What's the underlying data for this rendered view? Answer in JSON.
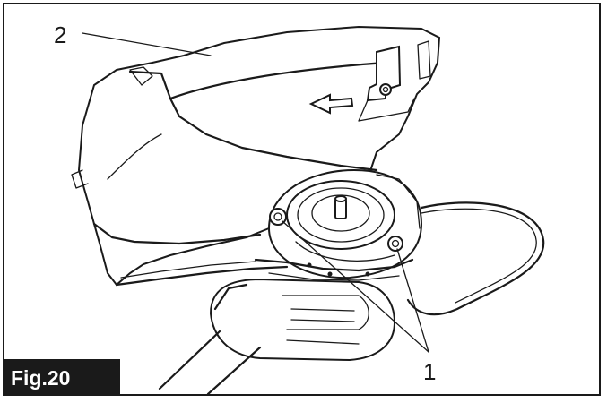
{
  "figure": {
    "label": "Fig.20",
    "callouts": [
      {
        "id": "part-1",
        "text": "1"
      },
      {
        "id": "part-2",
        "text": "2"
      }
    ],
    "colors": {
      "ink": "#1a1a1a",
      "paper": "#ffffff",
      "label_bg": "#1a1a1a",
      "label_text": "#ffffff"
    }
  }
}
